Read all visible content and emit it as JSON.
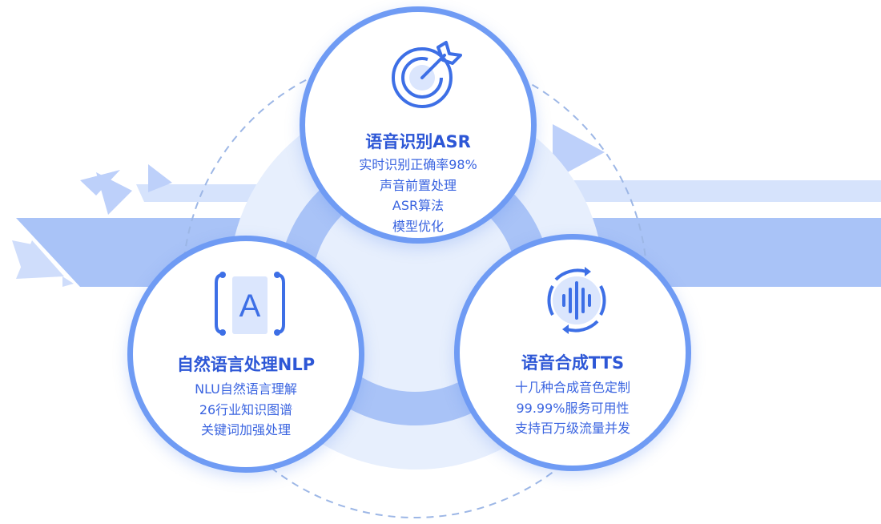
{
  "modules": {
    "asr": {
      "title": "语音识别ASR",
      "features": [
        "实时识别正确率98%",
        "声音前置处理",
        "ASR算法",
        "模型优化"
      ],
      "icon": "target-icon"
    },
    "nlp": {
      "title": "自然语言处理NLP",
      "features": [
        "NLU自然语言理解",
        "26行业知识图谱",
        "关键词加强处理"
      ],
      "icon": "letter-a-bracket-icon",
      "icon_glyph": "A"
    },
    "tts": {
      "title": "语音合成TTS",
      "features": [
        "十几种合成音色定制",
        "99.99%服务可用性",
        "支持百万级流量并发"
      ],
      "icon": "sound-wave-cycle-icon"
    }
  },
  "colors": {
    "primary": "#2d57d6",
    "accent": "#5b8cf5",
    "ring": "#a9c3f7",
    "light": "#e7effd",
    "stripe": "#bdd0fa"
  }
}
